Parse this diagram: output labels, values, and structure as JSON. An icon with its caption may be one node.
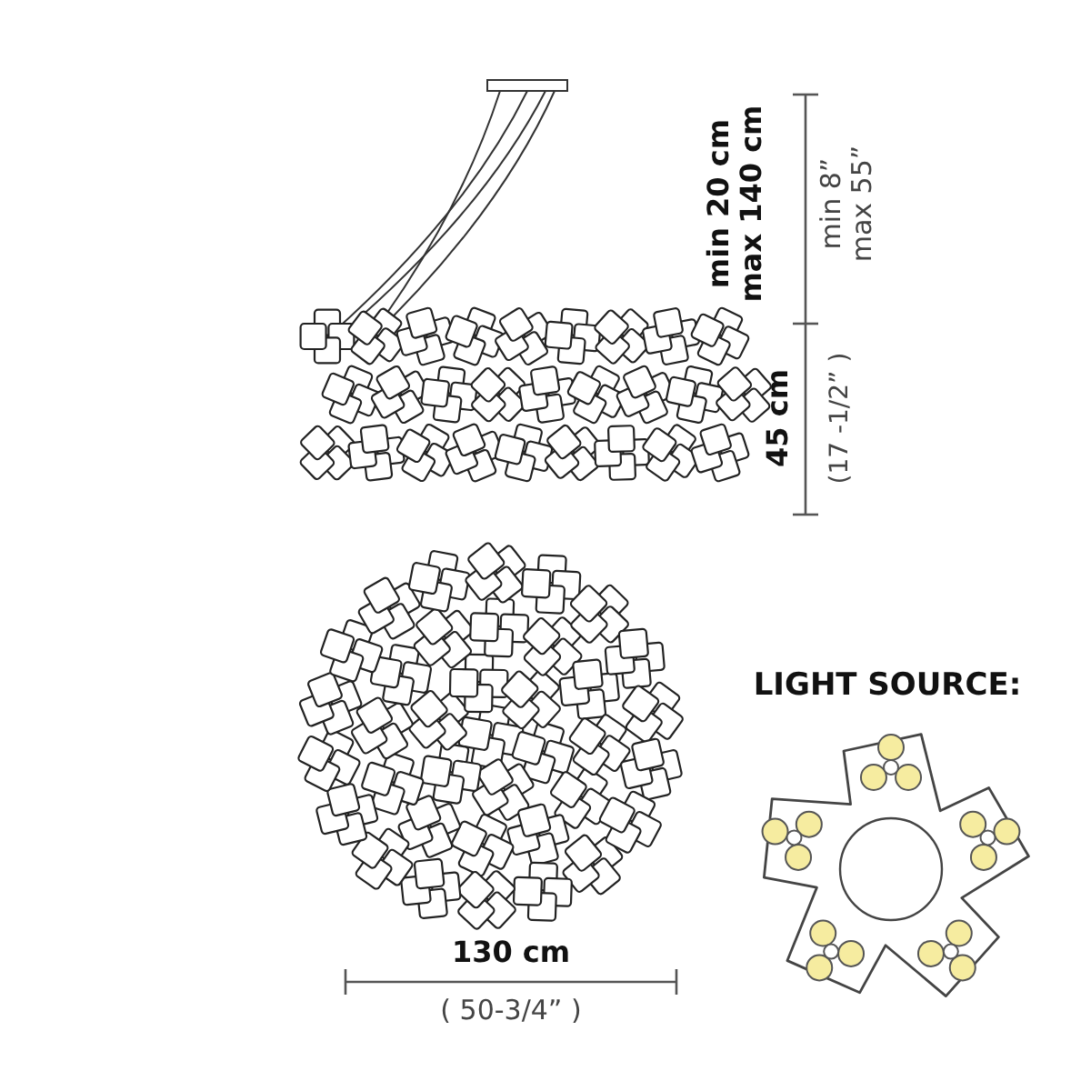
{
  "diagram": {
    "labels": [
      "min 20 cm max 140 cm",
      "min 8” max 55”",
      "45 cm",
      "(17 -1/2” )",
      "LIGHT SOURCE:",
      "130 cm",
      "( 50-3/4” )"
    ]
  }
}
